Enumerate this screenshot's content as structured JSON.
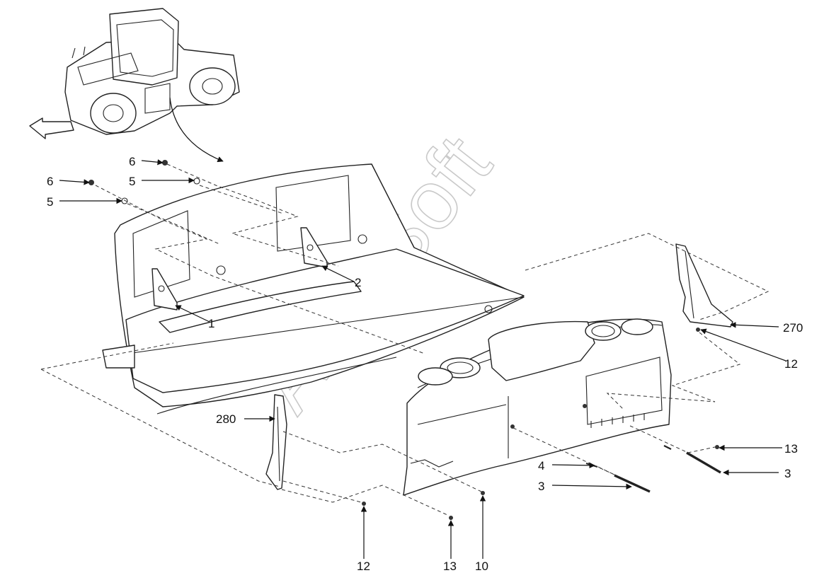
{
  "watermark": "AutoSoft",
  "callouts": [
    {
      "id": "c6a",
      "text": "6"
    },
    {
      "id": "c5a",
      "text": "5"
    },
    {
      "id": "c6b",
      "text": "6"
    },
    {
      "id": "c5b",
      "text": "5"
    },
    {
      "id": "c1",
      "text": "1"
    },
    {
      "id": "c2",
      "text": "2"
    },
    {
      "id": "c270",
      "text": "270"
    },
    {
      "id": "c12a",
      "text": "12"
    },
    {
      "id": "c280",
      "text": "280"
    },
    {
      "id": "c13a",
      "text": "13"
    },
    {
      "id": "c3a",
      "text": "3"
    },
    {
      "id": "c4",
      "text": "4"
    },
    {
      "id": "c3b",
      "text": "3"
    },
    {
      "id": "c12b",
      "text": "12"
    },
    {
      "id": "c13b",
      "text": "13"
    },
    {
      "id": "c10",
      "text": "10"
    }
  ],
  "colors": {
    "line": "#222222",
    "watermark": "#c9c9c9",
    "background": "#ffffff"
  }
}
